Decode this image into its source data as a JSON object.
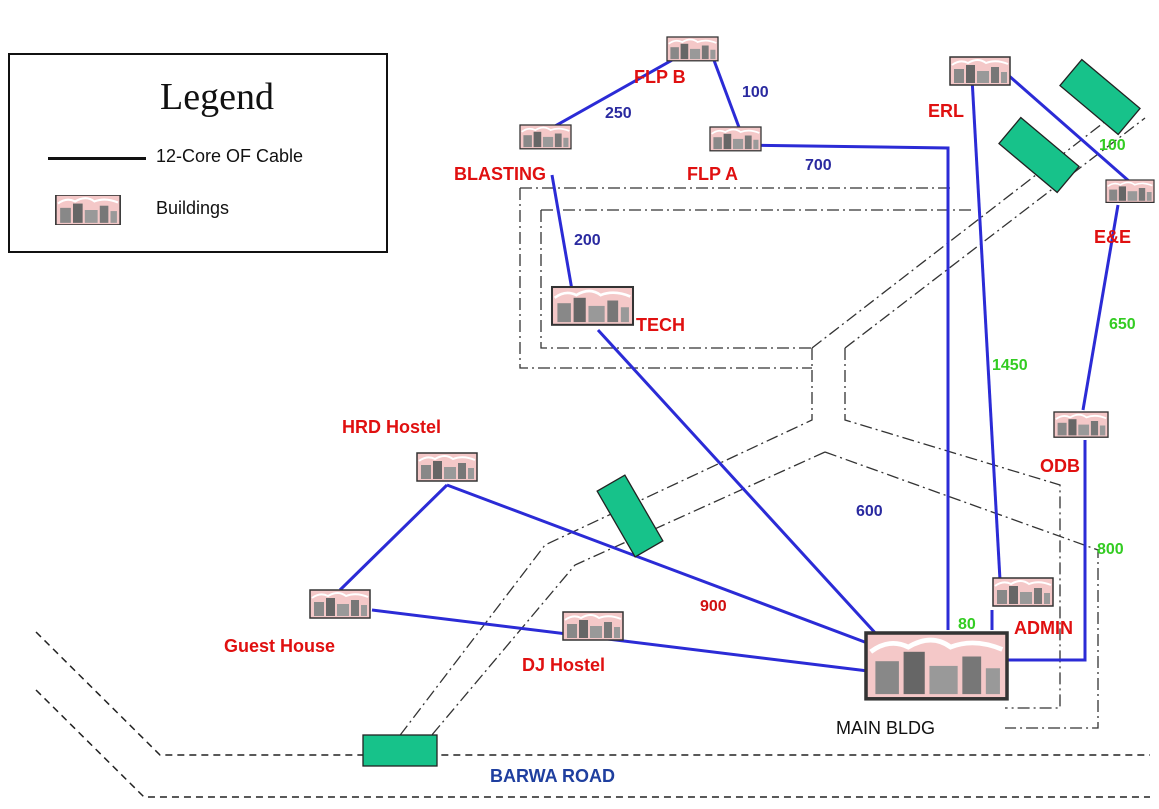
{
  "legend": {
    "title": "Legend",
    "cable_label": "12-Core OF Cable",
    "building_label": "Buildings"
  },
  "buildings": {
    "flp_b": "FLP B",
    "blasting": "BLASTING",
    "flp_a": "FLP A",
    "erl": "ERL",
    "e_and_e": "E&E",
    "tech": "TECH",
    "hrd_hostel": "HRD Hostel",
    "odb": "ODB",
    "guest_house": "Guest House",
    "dj_hostel": "DJ Hostel",
    "admin": "ADMIN",
    "main_bldg": "MAIN BLDG"
  },
  "road": "BARWA ROAD",
  "cable_lengths": {
    "blasting_flpb": "250",
    "flpb_flpa": "100",
    "flpa_main": "700",
    "tech_blasting": "200",
    "erl_ee": "100",
    "ee_odb": "650",
    "erl_admin": "1450",
    "tech_main": "600",
    "odb_main": "800",
    "hrd_main": "900",
    "admin_main": "80"
  },
  "colors": {
    "cable": "#2b2bd6",
    "building_name": "#e01010",
    "manhole": "#17c28a",
    "road_label": "#1f3f9f",
    "length_blue": "#2a2aa0",
    "length_green": "#33cc22",
    "length_red": "#d01010"
  }
}
